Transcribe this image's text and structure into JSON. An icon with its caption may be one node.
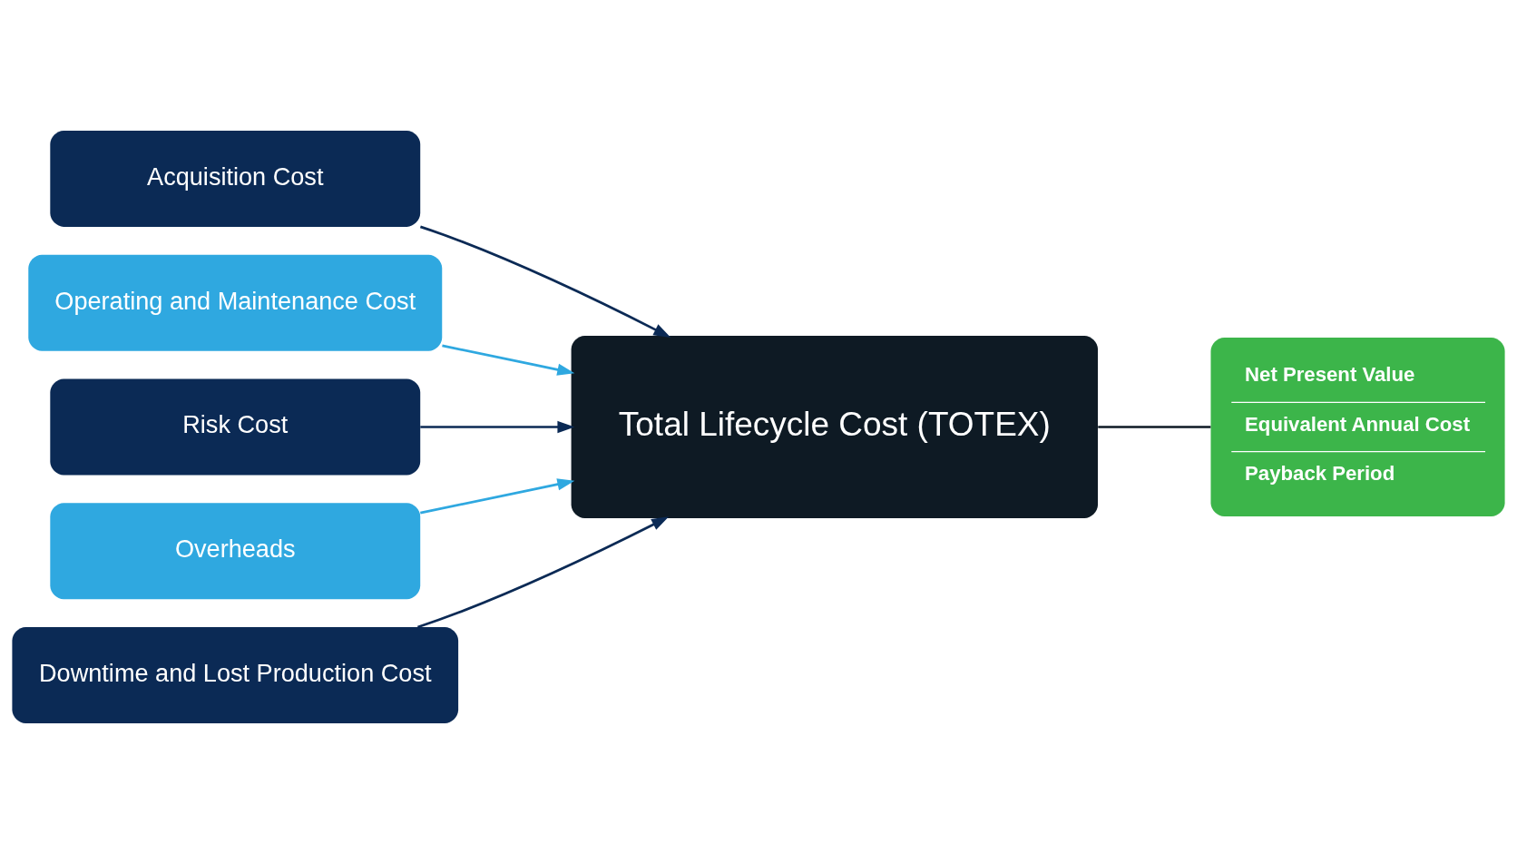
{
  "diagram": {
    "nodes": [
      {
        "text": [
          "Acquisition Cost"
        ]
      },
      {
        "text": [
          "Operating and Maintenance Cost"
        ]
      },
      {
        "text": [
          "Risk Cost"
        ]
      },
      {
        "text": [
          "Overheads"
        ]
      },
      {
        "text": [
          "Downtime and Lost Production Cost"
        ]
      },
      {
        "text": [
          "Total Lifecycle Cost (TOTEX)"
        ]
      },
      {
        "text": [
          "Net Present Value",
          "Equivalent Annual Cost",
          "Payback Period"
        ]
      }
    ],
    "edges": [
      {
        "from": 0,
        "to": 5,
        "arrow": "to"
      },
      {
        "from": 1,
        "to": 5,
        "arrow": "to",
        "color": "#2fa8e0"
      },
      {
        "from": 2,
        "to": 5,
        "arrow": "to"
      },
      {
        "from": 3,
        "to": 5,
        "arrow": "to",
        "color": "#2fa8e0"
      },
      {
        "from": 4,
        "to": 5,
        "arrow": "to"
      },
      {
        "from": 5,
        "to": 6,
        "arrow": "none",
        "color": "#0e1a24"
      }
    ]
  }
}
